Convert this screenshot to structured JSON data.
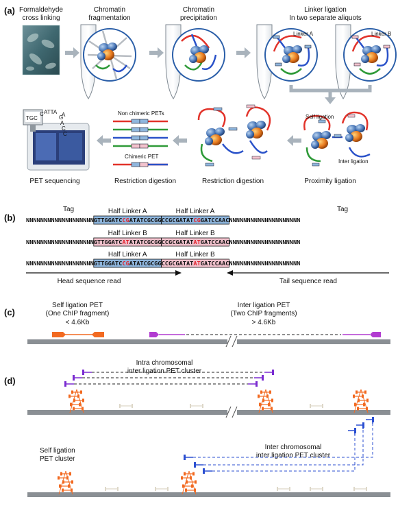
{
  "panel_a": {
    "label": "(a)",
    "steps": [
      {
        "line1": "Formaldehyde",
        "line2": "cross linking"
      },
      {
        "line1": "Chromatin",
        "line2": "fragmentation"
      },
      {
        "line1": "Chromatin",
        "line2": "precipitation"
      },
      {
        "line1": "Linker ligation",
        "line2": "In two  separate aliquots"
      }
    ],
    "linker_a": "Linker A",
    "linker_b": "Linker B",
    "bottom_steps": [
      "PET sequencing",
      "Restriction digestion",
      "Restriction digestion",
      "Proximity ligation"
    ],
    "non_chimeric": "Non chimeric PETs",
    "chimeric": "Chimeric PET",
    "self_ligation": "Self ligation",
    "inter_ligation": "Inter ligation",
    "seq_letters": [
      "TGC",
      "ATTA",
      "C",
      "G",
      "A",
      "A",
      "C",
      "C"
    ]
  },
  "panel_b": {
    "label": "(b)",
    "tag_left": "Tag",
    "tag_right": "Tag",
    "row1": {
      "left": "Half Linker A",
      "right": "Half Linker A"
    },
    "row2": {
      "left": "Half Linker B",
      "right": "Half Linker B"
    },
    "row3": {
      "left": "Half Linker A",
      "right": "Half Linker B"
    },
    "seq_ns": "NNNNNNNNNNNNNNNNNNN",
    "seq_ns_right": "NNNNNNNNNNNNNNNNNNNN",
    "linkerA_left": {
      "a": "GTTGGATC",
      "r": "CG",
      "b": "ATATCGCGG"
    },
    "linkerA_right": {
      "a": "CCGCGATAT",
      "r": "CG",
      "b": "GATCCAAC"
    },
    "linkerB_left": {
      "a": "GTTGGATC",
      "r": "AT",
      "b": "ATATCGCGG"
    },
    "linkerB_right": {
      "a": "CCGCGATAT",
      "r": "AT",
      "b": "GATCCAAC"
    },
    "head_read": "Head sequence read",
    "tail_read": "Tail sequence read",
    "colors": {
      "linker_a": "#8fb6dd",
      "linker_b": "#f2c2cd"
    }
  },
  "panel_c": {
    "label": "(c)",
    "self_title": "Self ligation PET",
    "self_sub": "(One ChIP fragment)",
    "self_size": "< 4.6Kb",
    "inter_title": "Inter ligation PET",
    "inter_sub": "(Two ChIP fragments)",
    "inter_size": "> 4.6Kb",
    "colors": {
      "self": "#f26a21",
      "inter": "#b23cd1"
    }
  },
  "panel_d": {
    "label": "(d)",
    "intra_title": "Intra chromosomal",
    "intra_sub": "inter ligation PET cluster",
    "self_cluster_1": "Self ligation",
    "self_cluster_2": "PET cluster",
    "inter_title": "Inter chromosomal",
    "inter_sub": "inter ligation PET cluster",
    "colors": {
      "intra": "#7a2bd1",
      "inter": "#2b4fd1",
      "self": "#f26a21"
    }
  }
}
